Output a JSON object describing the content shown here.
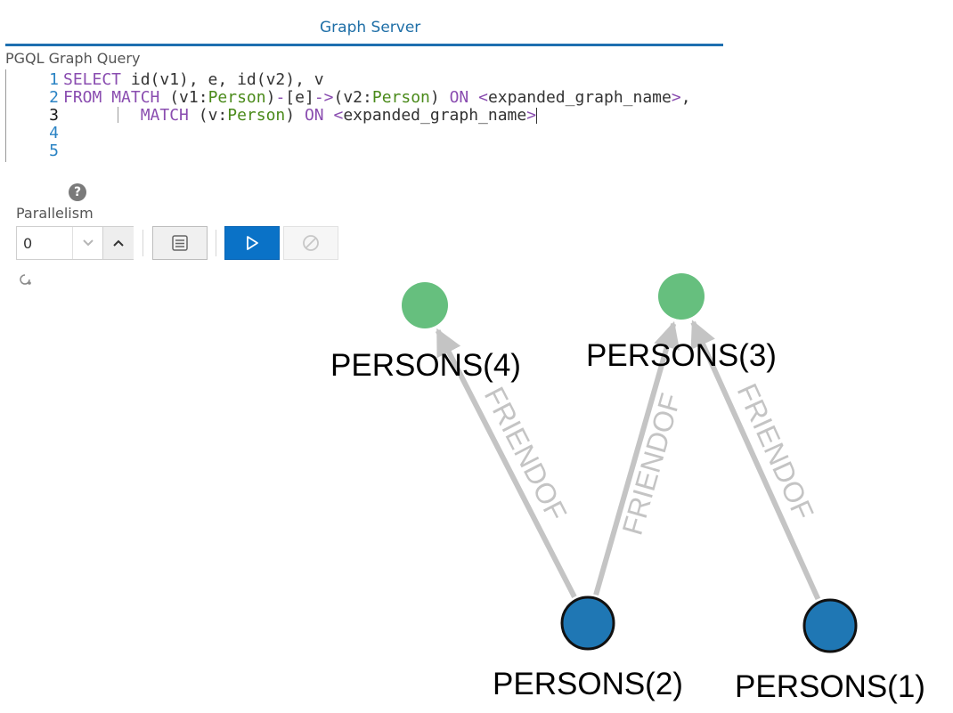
{
  "header": {
    "title": "Graph Server"
  },
  "query": {
    "section_label": "PGQL Graph Query",
    "lines": [
      {
        "num": "1",
        "parts": [
          {
            "t": "SELECT ",
            "c": "kw"
          },
          {
            "t": "id(v1), e, id(v2), v",
            "c": "plain"
          }
        ]
      },
      {
        "num": "2",
        "parts": [
          {
            "t": "FROM ",
            "c": "kw"
          },
          {
            "t": "MATCH ",
            "c": "kw"
          },
          {
            "t": "(v1:",
            "c": "plain"
          },
          {
            "t": "Person",
            "c": "lbl"
          },
          {
            "t": ")",
            "c": "plain"
          },
          {
            "t": "-",
            "c": "kw"
          },
          {
            "t": "[e]",
            "c": "plain"
          },
          {
            "t": "->",
            "c": "kw"
          },
          {
            "t": "(v2:",
            "c": "plain"
          },
          {
            "t": "Person",
            "c": "lbl"
          },
          {
            "t": ") ",
            "c": "plain"
          },
          {
            "t": "ON ",
            "c": "kw"
          },
          {
            "t": "<",
            "c": "kw"
          },
          {
            "t": "expanded_graph_name",
            "c": "plain"
          },
          {
            "t": ">",
            "c": "kw"
          },
          {
            "t": ",",
            "c": "plain"
          }
        ]
      },
      {
        "num": "3",
        "parts": [
          {
            "t": "        ",
            "c": "plain"
          },
          {
            "t": "MATCH ",
            "c": "kw"
          },
          {
            "t": "(v:",
            "c": "plain"
          },
          {
            "t": "Person",
            "c": "lbl"
          },
          {
            "t": ") ",
            "c": "plain"
          },
          {
            "t": "ON ",
            "c": "kw"
          },
          {
            "t": "<",
            "c": "kw"
          },
          {
            "t": "expanded_graph_name",
            "c": "plain"
          },
          {
            "t": ">",
            "c": "kw"
          }
        ]
      },
      {
        "num": "4",
        "parts": []
      },
      {
        "num": "5",
        "parts": []
      }
    ]
  },
  "controls": {
    "help_icon": "?",
    "parallelism_label": "Parallelism",
    "parallelism_value": "0",
    "accent_color": "#0a72c7"
  },
  "graph": {
    "nodes": [
      {
        "id": "PERSONS(4)",
        "label": "PERSONS(4)",
        "color": "#66bf7e"
      },
      {
        "id": "PERSONS(3)",
        "label": "PERSONS(3)",
        "color": "#66bf7e"
      },
      {
        "id": "PERSONS(2)",
        "label": "PERSONS(2)",
        "color": "#1f77b4"
      },
      {
        "id": "PERSONS(1)",
        "label": "PERSONS(1)",
        "color": "#1f77b4"
      }
    ],
    "edges": [
      {
        "from": "PERSONS(2)",
        "to": "PERSONS(4)",
        "label": "FRIENDOF"
      },
      {
        "from": "PERSONS(2)",
        "to": "PERSONS(3)",
        "label": "FRIENDOF"
      },
      {
        "from": "PERSONS(1)",
        "to": "PERSONS(3)",
        "label": "FRIENDOF"
      }
    ]
  }
}
